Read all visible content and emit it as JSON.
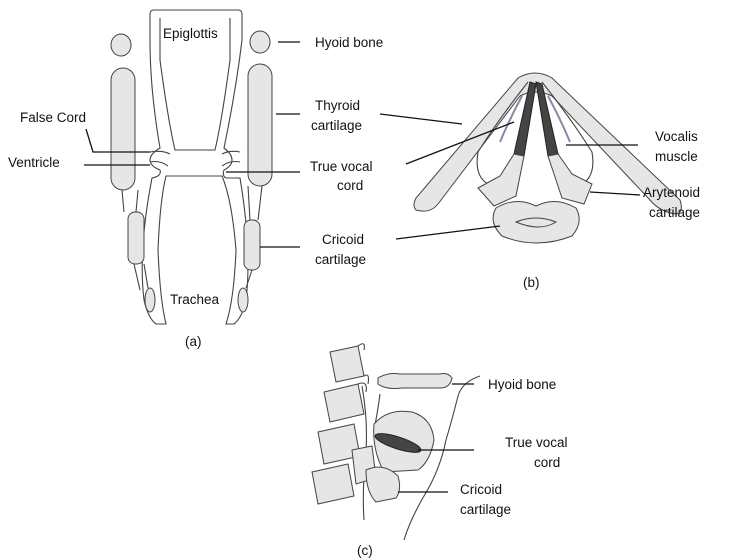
{
  "panel_a": {
    "caption": "(a)",
    "labels": {
      "epiglottis": "Epiglottis",
      "hyoid": "Hyoid bone",
      "false_cord": "False Cord",
      "ventricle": "Ventricle",
      "thyroid_1": "Thyroid",
      "thyroid_2": "cartilage",
      "true_cord_1": "True vocal",
      "true_cord_2": "cord",
      "cricoid_1": "Cricoid",
      "cricoid_2": "cartilage",
      "trachea": "Trachea"
    }
  },
  "panel_b": {
    "caption": "(b)",
    "labels": {
      "vocalis_1": "Vocalis",
      "vocalis_2": "muscle",
      "arytenoid_1": "Arytenoid",
      "arytenoid_2": "cartilage"
    }
  },
  "panel_c": {
    "caption": "(c)",
    "labels": {
      "hyoid": "Hyoid bone",
      "true_cord_1": "True vocal",
      "true_cord_2": "cord",
      "cricoid_1": "Cricoid",
      "cricoid_2": "cartilage"
    }
  }
}
